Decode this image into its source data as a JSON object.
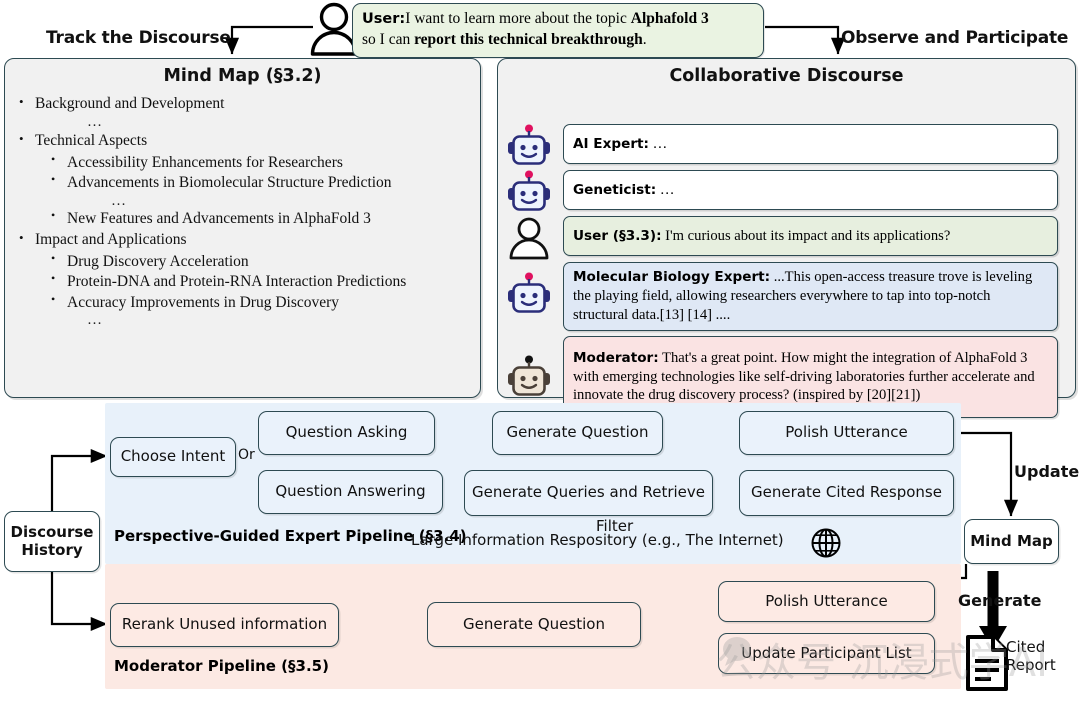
{
  "top": {
    "track_label": "Track the Discourse",
    "observe_label": "Observe and Participate",
    "user_icon": "person-icon",
    "user_prompt": {
      "speaker": "User:",
      "line1_a": "I want to learn more about the topic ",
      "line1_b": "Alphafold 3",
      "line2_a": "so I can ",
      "line2_b": "report this technical breakthrough",
      "line2_c": "."
    }
  },
  "mindmap": {
    "title": "Mind Map (§3.2)",
    "items": [
      {
        "level": 1,
        "text": "Background and Development"
      },
      {
        "level": "dots",
        "text": "…"
      },
      {
        "level": 1,
        "text": "Technical Aspects"
      },
      {
        "level": 2,
        "text": "Accessibility Enhancements for Researchers"
      },
      {
        "level": 2,
        "text": "Advancements in Biomolecular Structure Prediction"
      },
      {
        "level": "dots2",
        "text": "…"
      },
      {
        "level": 2,
        "text": "New Features and Advancements in AlphaFold 3"
      },
      {
        "level": 1,
        "text": "Impact and Applications"
      },
      {
        "level": 2,
        "text": "Drug Discovery Acceleration"
      },
      {
        "level": 2,
        "text": "Protein-DNA and Protein-RNA Interaction Predictions"
      },
      {
        "level": 2,
        "text": "Accuracy Improvements in Drug Discovery"
      },
      {
        "level": "dots",
        "text": "…"
      }
    ]
  },
  "discourse": {
    "title": "Collaborative Discourse",
    "messages": [
      {
        "avatar": "robot-icon",
        "avatar_color": "#f2f6fd",
        "bubble": "white",
        "speaker": "AI Expert:",
        "text": " …"
      },
      {
        "avatar": "robot-icon",
        "avatar_color": "#f2f6fd",
        "bubble": "white",
        "speaker": "Geneticist:",
        "text": " …"
      },
      {
        "avatar": "person-icon",
        "avatar_color": "#ffffff",
        "bubble": "green",
        "speaker": "User (§3.3):",
        "text": " I'm curious about its impact and its applications?"
      },
      {
        "avatar": "robot-icon",
        "avatar_color": "#f2f6fd",
        "bubble": "blue",
        "speaker": "Molecular Biology Expert:",
        "text": " ...This open-access treasure trove is leveling the playing field, allowing researchers everywhere to tap into top-notch structural data.[13] [14] ...."
      },
      {
        "avatar": "robot-tan-icon",
        "avatar_color": "#e9ded0",
        "bubble": "pink",
        "speaker": "Moderator:",
        "text": " That's a great point. How might the integration of AlphaFold 3 with emerging technologies like self-driving laboratories further accelerate and innovate the drug discovery process? (inspired by [20][21])"
      }
    ]
  },
  "pipeline": {
    "discourse_history": "Discourse History",
    "expert": {
      "region_label": "Perspective-Guided Expert Pipeline (§3.4)",
      "choose_intent": "Choose Intent",
      "or": "Or",
      "question_asking": "Question Asking",
      "question_answering": "Question Answering",
      "generate_question": "Generate Question",
      "generate_queries": "Generate Queries and Retrieve",
      "polish_utterance": "Polish Utterance",
      "generate_cited_response": "Generate Cited Response",
      "filter_label": "Filter",
      "repository_label": "Large Information Respository (e.g., The Internet)",
      "globe_icon": "globe-icon"
    },
    "moderator": {
      "region_label": "Moderator Pipeline (§3.5)",
      "rerank": "Rerank Unused information",
      "generate_question": "Generate Question",
      "polish_utterance": "Polish Utterance",
      "update_participant_list": "Update Participant List"
    },
    "mind_map_node": "Mind Map",
    "update_label": "Update",
    "generate_label": "Generate",
    "cited_report_line1": "Cited",
    "cited_report_line2": "Report",
    "report_icon": "document-icon"
  },
  "watermark": {
    "text": "公众号 沉浸式学AI"
  },
  "colors": {
    "outline": "#2d4a52",
    "panel_bg": "#f1f1f1",
    "region_blue": "#e8f1fa",
    "region_pink": "#fce9e3",
    "bubble_green": "#e7efdf",
    "bubble_blue": "#dfe8f5",
    "bubble_pink": "#fae3e3"
  }
}
